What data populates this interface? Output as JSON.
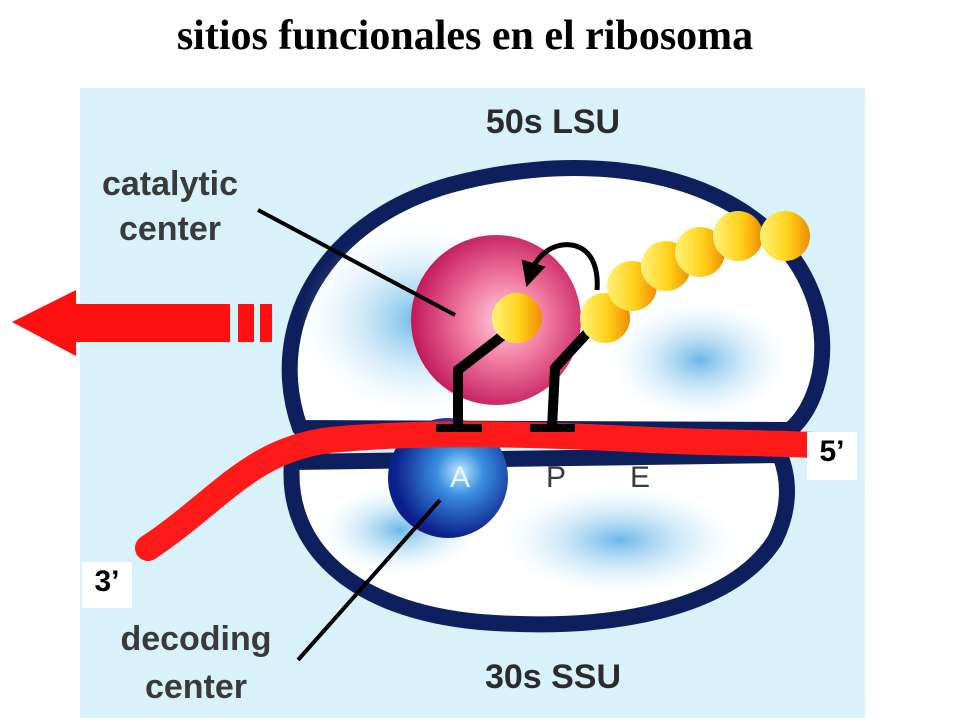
{
  "title": "sitios funcionales en el ribosoma",
  "labels": {
    "lsu": "50s LSU",
    "ssu": "30s SSU",
    "catalytic_line1": "catalytic",
    "catalytic_line2": "center",
    "decoding_line1": "decoding",
    "decoding_line2": "center",
    "site_a": "A",
    "site_p": "P",
    "site_e": "E",
    "end_5": "5’",
    "end_3": "3’"
  },
  "colors": {
    "panel_bg": "#d9f2fa",
    "ribosome_outline": "#0d1f5c",
    "mrna": "#ff1a1a",
    "arrow": "#ff1010",
    "catalytic": "#d81b60",
    "decoding": "#1034a6",
    "amino_acid": "#ffd21a"
  }
}
